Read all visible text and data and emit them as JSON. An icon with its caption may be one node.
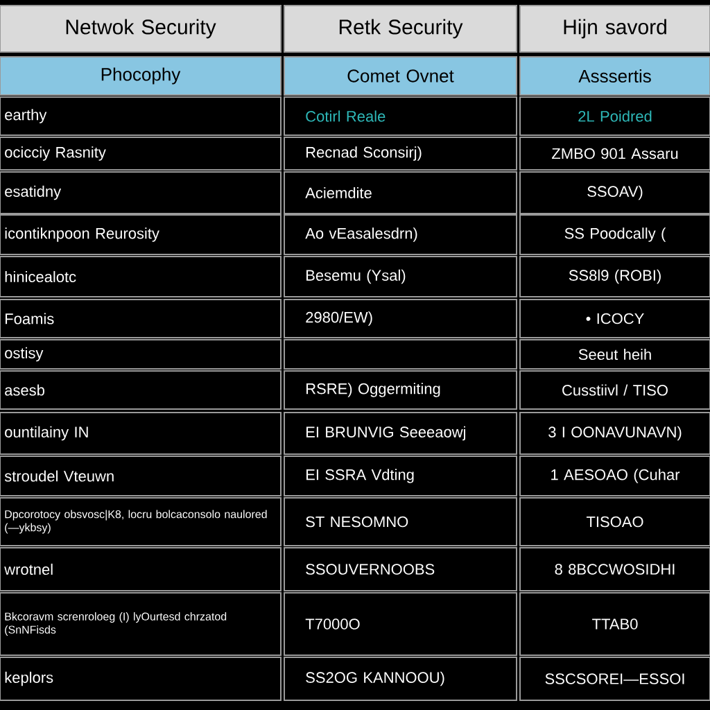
{
  "diagram": {
    "labels": [
      "Netwok Security",
      "Retk Security",
      "Hijn savord",
      "Phocophy",
      "Comet Ovnet",
      "Asssertis",
      "earthy",
      "Cotirl Reale",
      "2L Poidred",
      "ocicciy Rasnity",
      "Recnad Sconsirj)",
      "ZMBO 901 Assaru",
      "esatidny",
      "Aciemdite",
      "SSOAV)",
      "icontiknpoon Reurosity",
      "Ao vEasalesdrn)",
      "SS Poodcally (",
      "hinicealotc",
      "Besemu (Ysal)",
      "SS8l9 (ROBI)",
      "Foamis",
      "2980/EW)",
      "• ICOCY",
      "ostisy",
      "Seeut heih",
      "asesb",
      "RSRE) Oggermiting",
      "Cusstiivl / TISO",
      "ountilainy IN",
      "EI BRUNVIG Seeeaowj",
      "3 I OONAVUNAVN)",
      "stroudel Vteuwn",
      "EI SSRA Vdting",
      "1 AESOAO (Cuhar",
      "Dpcorotocy obsvosc|K8, locru bolcaconsolo naulored (—ykbsy)",
      "ST NESOMNO",
      "TISOAO",
      "wrotnel",
      "SSOUVERNOOBS",
      "8 8BCCWOSIDHI",
      "Bkcoravm screnroloeg (I) lyOurtesd chrzatod (SnNFisds",
      "T7000O",
      "TTAB0",
      "keplors",
      "SS2OG KANNOOU)",
      "SSCSOREI—ESSOI"
    ]
  }
}
